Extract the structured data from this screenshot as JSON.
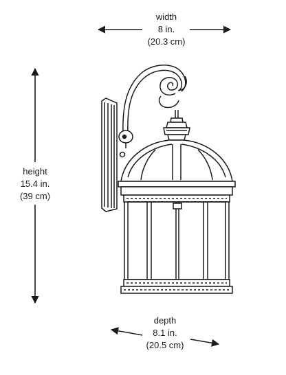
{
  "dimensions": {
    "width": {
      "label": "width",
      "imperial": "8 in.",
      "metric": "(20.3 cm)"
    },
    "height": {
      "label": "height",
      "imperial": "15.4 in.",
      "metric": "(39 cm)"
    },
    "depth": {
      "label": "depth",
      "imperial": "8.1 in.",
      "metric": "(20.5 cm)"
    }
  },
  "colors": {
    "line": "#1a1a1a",
    "background": "#ffffff"
  }
}
